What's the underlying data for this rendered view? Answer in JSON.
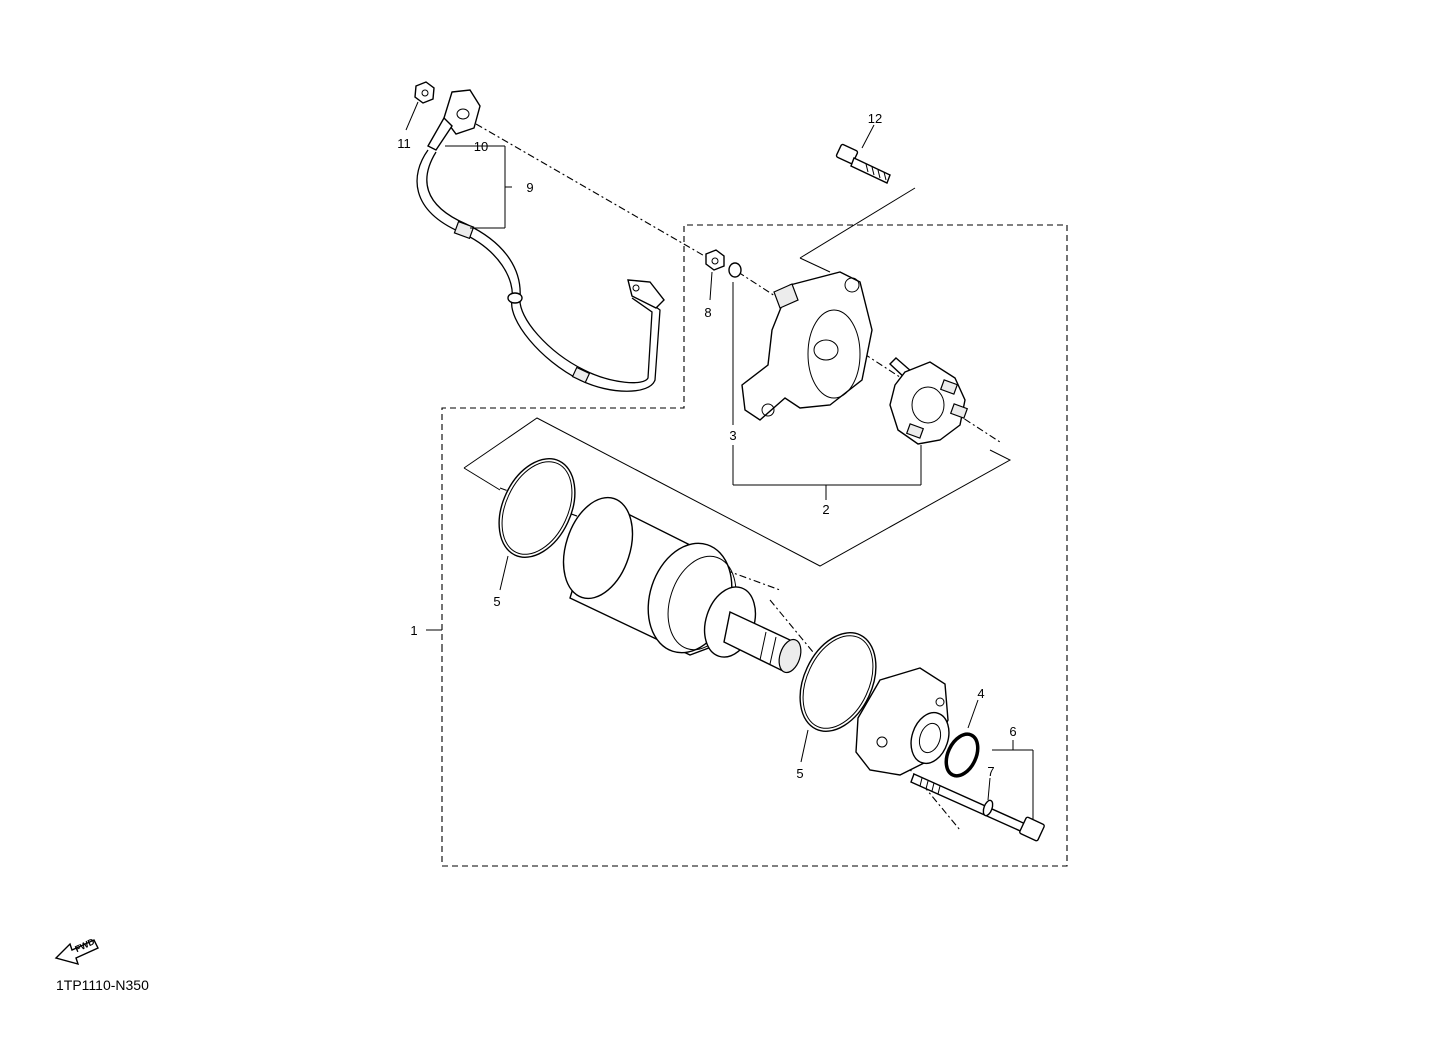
{
  "diagram_code": "1TP1110-N350",
  "fwd_label": "FWD",
  "callouts": {
    "c1": "1",
    "c2": "2",
    "c3": "3",
    "c4": "4",
    "c5a": "5",
    "c5b": "5",
    "c6": "6",
    "c7": "7",
    "c8": "8",
    "c9": "9",
    "c10": "10",
    "c11": "11",
    "c12": "12"
  },
  "parts": [
    {
      "ref": "1",
      "part": "starting-motor-assembly"
    },
    {
      "ref": "2",
      "part": "brush-set"
    },
    {
      "ref": "3",
      "part": "o-ring-small"
    },
    {
      "ref": "4",
      "part": "o-ring"
    },
    {
      "ref": "5",
      "part": "o-ring-housing"
    },
    {
      "ref": "6",
      "part": "bolt"
    },
    {
      "ref": "7",
      "part": "o-ring-bolt"
    },
    {
      "ref": "8",
      "part": "nut"
    },
    {
      "ref": "9",
      "part": "starter-motor-lead"
    },
    {
      "ref": "10",
      "part": "cover"
    },
    {
      "ref": "11",
      "part": "nut"
    },
    {
      "ref": "12",
      "part": "bolt"
    }
  ]
}
